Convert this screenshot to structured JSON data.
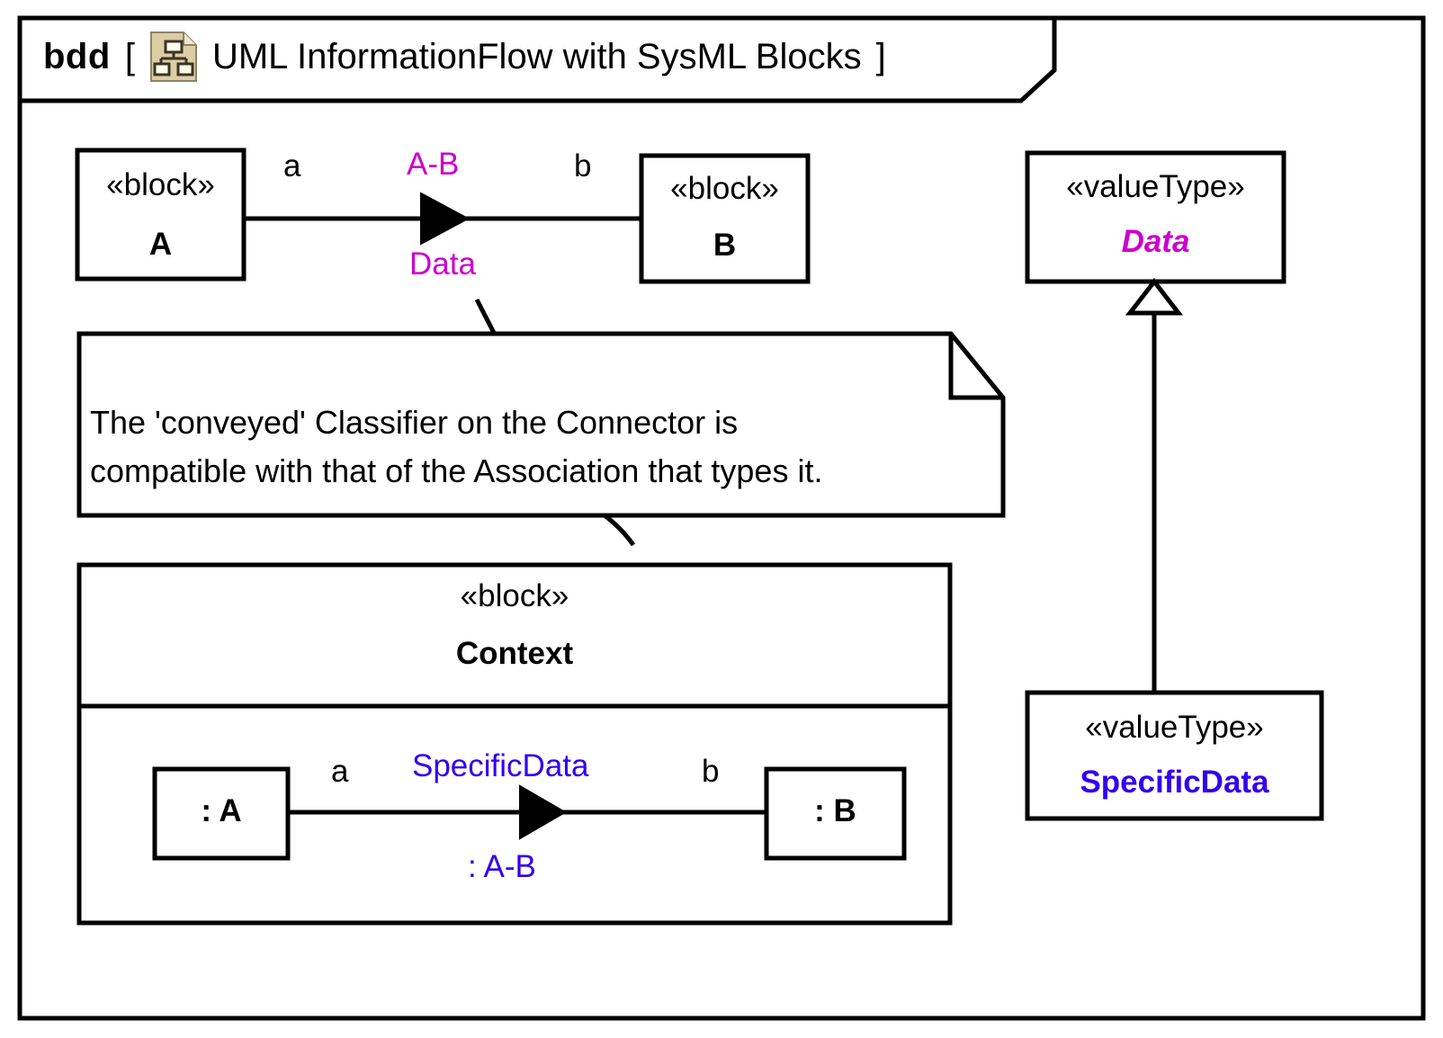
{
  "frame": {
    "kind": "bdd",
    "bracket_open": "[",
    "bracket_close": "]",
    "name": "UML InformationFlow with SysML Blocks",
    "icon": "block-definition-diagram-icon"
  },
  "colors": {
    "magenta": "#CC00CC",
    "blue": "#3300EE",
    "line": "#000000",
    "icon_fill": "#DCCDA5",
    "icon_inner": "#FFFDE8",
    "background": "#FFFFFF"
  },
  "blocks": {
    "a": {
      "stereotype": "«block»",
      "name": "A"
    },
    "b": {
      "stereotype": "«block»",
      "name": "B"
    },
    "context": {
      "stereotype": "«block»",
      "name": "Context"
    }
  },
  "value_types": {
    "data": {
      "stereotype": "«valueType»",
      "name": "Data",
      "abstract": true
    },
    "specific_data": {
      "stereotype": "«valueType»",
      "name": "SpecificData",
      "abstract": false
    }
  },
  "association_top": {
    "end_a_role": "a",
    "end_b_role": "b",
    "name": "A-B",
    "conveyed": "Data"
  },
  "parts": {
    "a": ": A",
    "b": ": B"
  },
  "connector_inner": {
    "end_a_role": "a",
    "end_b_role": "b",
    "conveyed": "SpecificData",
    "type": ": A-B"
  },
  "note": {
    "line1": "The 'conveyed' Classifier on the Connector is",
    "line2": "compatible with that of the Association that types it."
  }
}
